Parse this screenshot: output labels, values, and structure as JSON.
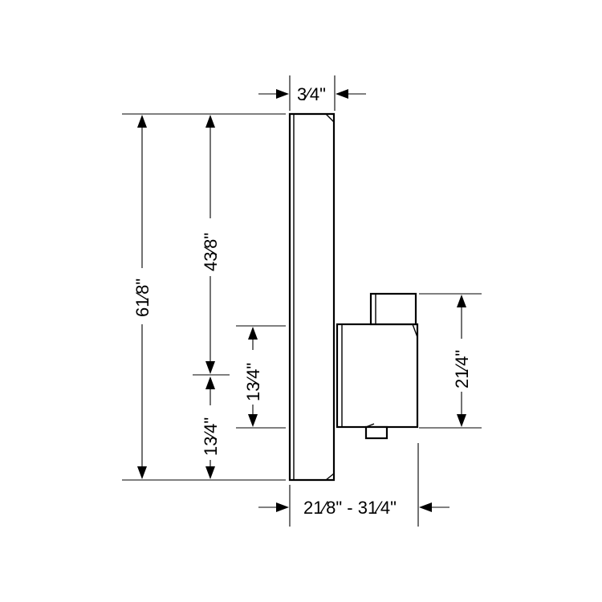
{
  "dimensions": {
    "depth_top": "3/4\"",
    "total_height": "6 1/8\"",
    "upper_height": "4 3/8\"",
    "lower_height": "1 3/4\"",
    "valve_offset": "1 3/4\"",
    "valve_height": "2 1/4\"",
    "projection_range": "2 1/8\" - 3 1/4\""
  },
  "labels_display": {
    "depth_top": "3⁄4\"",
    "total_height": "61⁄8\"",
    "upper_height": "43⁄8\"",
    "lower_height": "13⁄4\"",
    "valve_offset": "13⁄4\"",
    "valve_height": "21⁄4\"",
    "projection_range": "21⁄8\" - 31⁄4\""
  }
}
